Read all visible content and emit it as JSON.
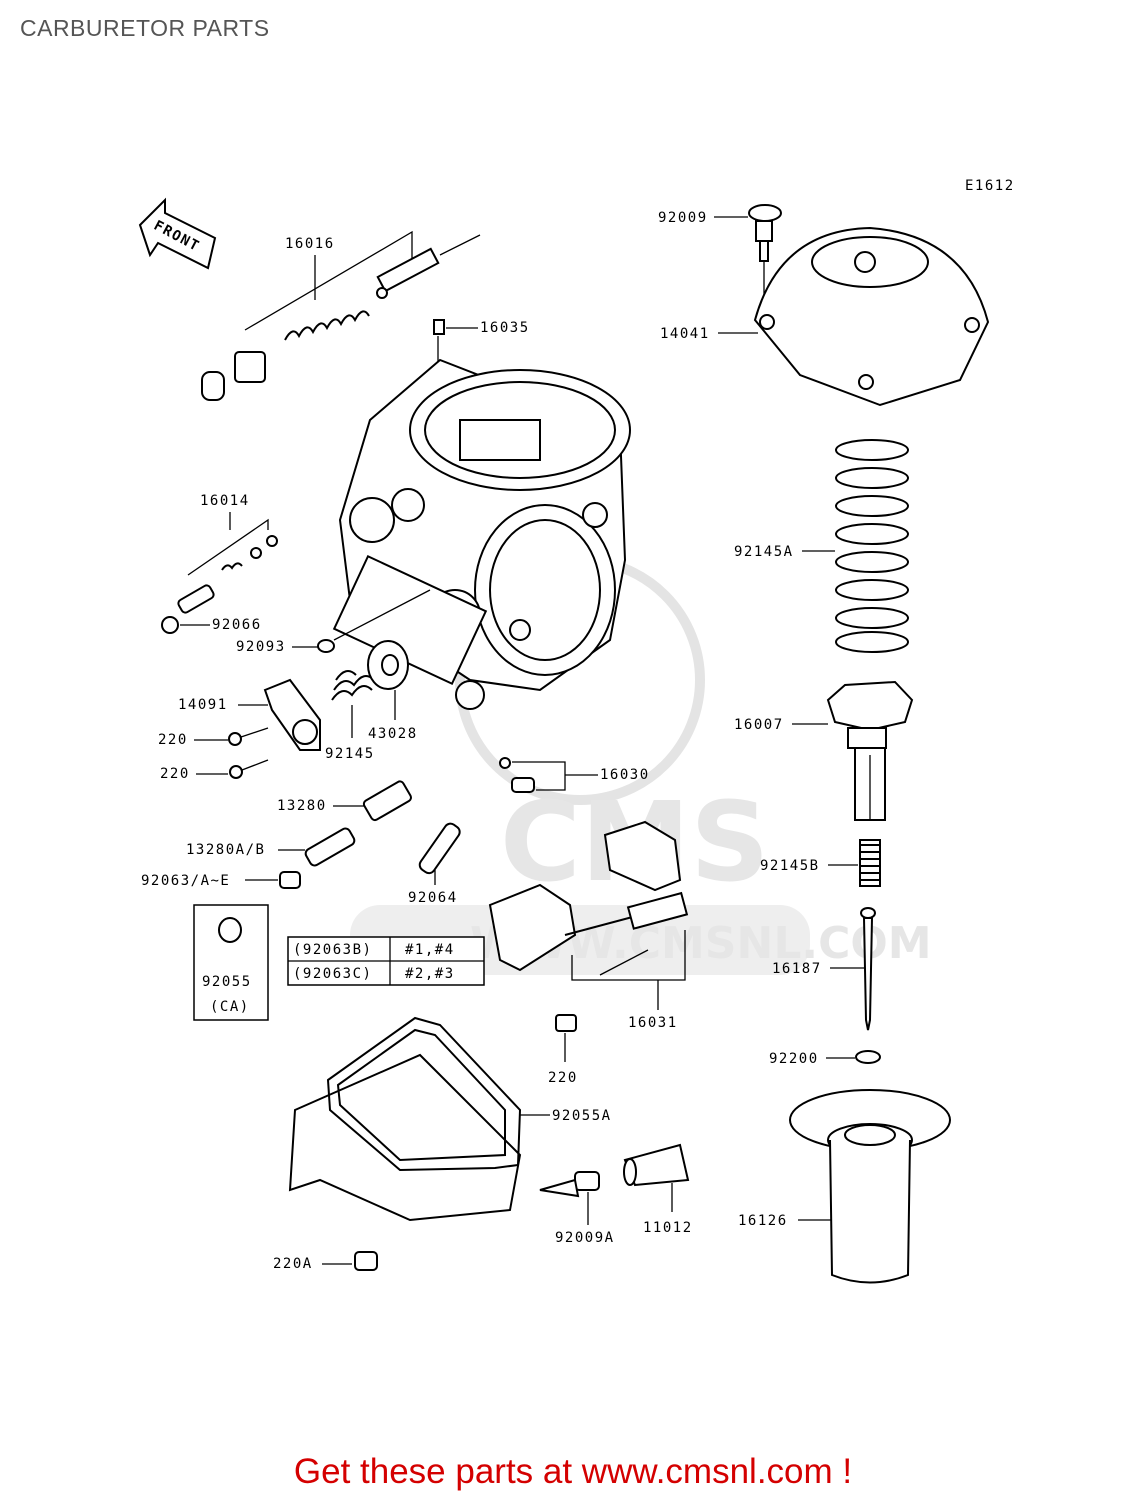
{
  "title": "CARBURETOR PARTS",
  "figure_code": "E1612",
  "front_label": "FRONT",
  "watermark": "WWW.CMSNL.COM",
  "labels": {
    "p16016": "16016",
    "p16035": "16035",
    "p16014": "16014",
    "p92066": "92066",
    "p92093": "92093",
    "p14091": "14091",
    "p220a": "220",
    "p220b": "220",
    "p92145": "92145",
    "p43028": "43028",
    "p13280": "13280",
    "p13280ab": "13280A/B",
    "p92063": "92063/A~E",
    "p92064": "92064",
    "p16030": "16030",
    "p92055": "92055",
    "pCA": "(CA)",
    "p16031": "16031",
    "p220c": "220",
    "p92055A": "92055A",
    "p92009A": "92009A",
    "p11012": "11012",
    "p220A": "220A",
    "p92009": "92009",
    "p14041": "14041",
    "p92145A": "92145A",
    "p16007": "16007",
    "p92145B": "92145B",
    "p16187": "16187",
    "p92200": "92200",
    "p16126": "16126"
  },
  "variant_table": [
    {
      "part": "(92063B)",
      "cyl": "#1,#4"
    },
    {
      "part": "(92063C)",
      "cyl": "#2,#3"
    }
  ],
  "footer": "Get these parts at www.cmsnl.com !"
}
